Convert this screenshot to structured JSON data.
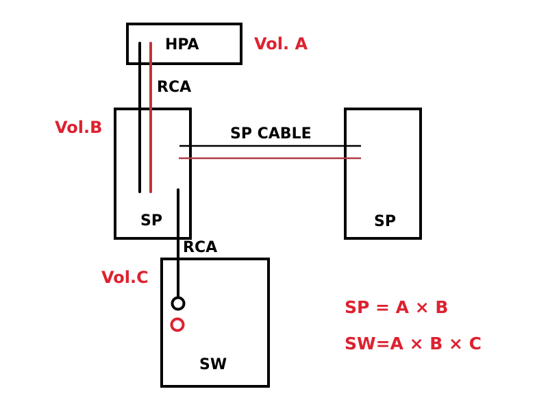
{
  "diagram": {
    "components": {
      "hpa": {
        "label": "HPA"
      },
      "sp_left": {
        "label": "SP"
      },
      "sp_right": {
        "label": "SP"
      },
      "sw": {
        "label": "SW"
      }
    },
    "cables": {
      "rca_top": "RCA",
      "sp_cable": "SP CABLE",
      "rca_bottom": "RCA"
    },
    "volumes": {
      "a": "Vol. A",
      "b": "Vol.B",
      "c": "Vol.C"
    },
    "formulas": [
      "SP = A × B",
      "SW=A × B × C"
    ],
    "colors": {
      "accent_red": "#dd2230",
      "wire_red": "#c0343c",
      "line_black": "#000000"
    }
  }
}
